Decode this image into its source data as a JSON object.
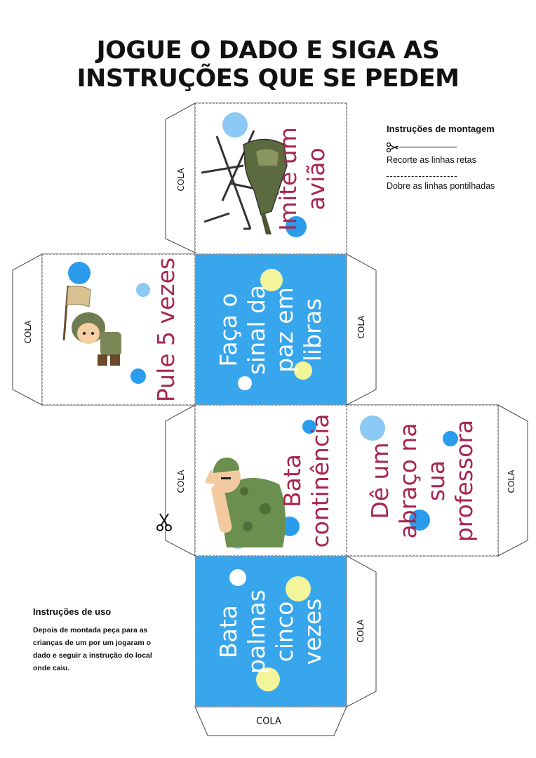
{
  "title": {
    "line1": "JOGUE O DADO E SIGA AS",
    "line2": "INSTRUÇÕES QUE SE PEDEM"
  },
  "montagem": {
    "heading": "Instruções de montagem",
    "cut": "Recorte as linhas retas",
    "fold": "Dobre as linhas pontilhadas"
  },
  "uso": {
    "heading": "Instruções de uso",
    "text": "Depois de montada peça para as crianças de um por um jogaram o dado e seguir a instrução do local onde caiu."
  },
  "faces": {
    "f1": "Imite um avião",
    "f2": "Pule 5 vezes",
    "f3": "Faça o sinal da paz em libras",
    "f4": "Bata continência",
    "f5": "Dê um abraço na sua professora",
    "f6": "Bata palmas cinco vezes"
  },
  "cola": "COLA",
  "colors": {
    "blue_face": "#38a6ec",
    "text_red": "#a8264f",
    "dot_blue": "#2b9cec",
    "dot_light": "#8cc9f4",
    "dot_yellow": "#f3f59a"
  },
  "icons": [
    "scissors-icon",
    "helicopter-illustration",
    "soldier-with-flag-illustration",
    "saluting-soldier-illustration"
  ]
}
